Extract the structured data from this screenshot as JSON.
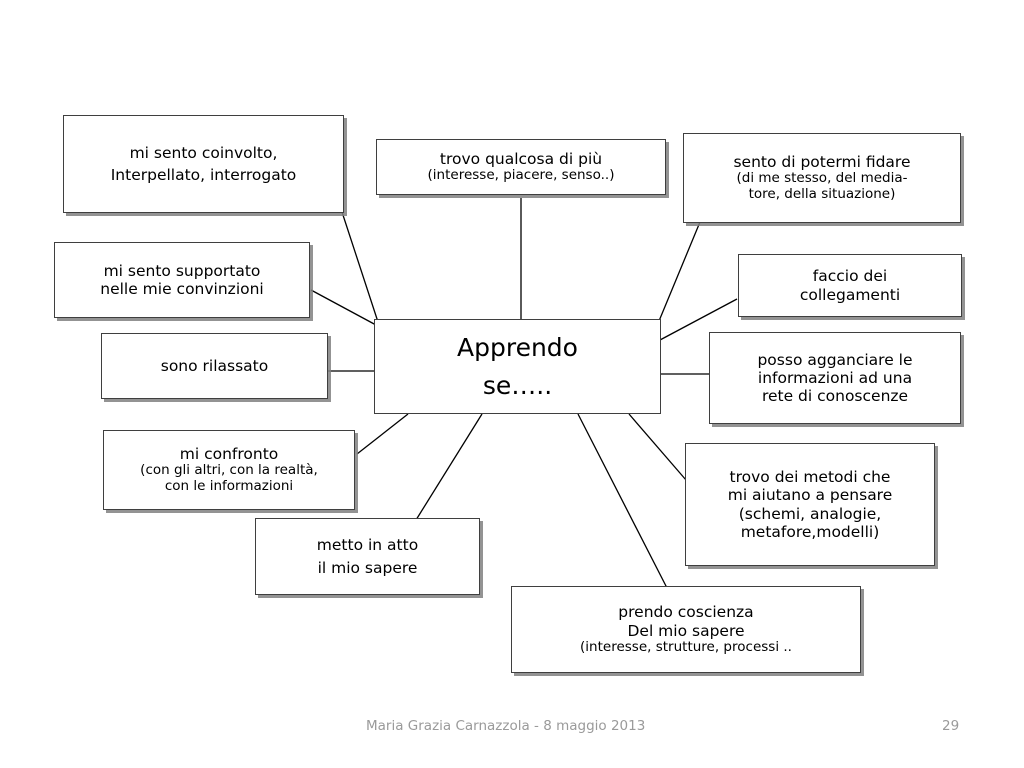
{
  "slide": {
    "background_color": "#ffffff",
    "box_border_color": "#3f3f3f",
    "box_fill_color": "#ffffff",
    "shadow_color": "#808080",
    "connector_color": "#000000",
    "footer_text_color": "#9a9a9a"
  },
  "center": {
    "line1": "Apprendo",
    "line2": "se….."
  },
  "nodes": [
    {
      "id": "mi-sento-coinvolto",
      "line1": "mi sento coinvolto,",
      "line2": "Interpellato, interrogato"
    },
    {
      "id": "trovo-qualcosa-di-piu",
      "line1": "trovo qualcosa di più",
      "line2": "(interesse, piacere, senso..)"
    },
    {
      "id": "sento-di-potermi-fidare",
      "line1": "sento di potermi fidare",
      "line2": "(di me stesso, del media-",
      "line3": "tore, della situazione)"
    },
    {
      "id": "mi-sento-supportato",
      "line1": "mi sento supportato",
      "line2": "nelle mie convinzioni"
    },
    {
      "id": "sono-rilassato",
      "line1": "sono rilassato"
    },
    {
      "id": "faccio-dei-collegamenti",
      "line1": "faccio dei",
      "line2": "collegamenti"
    },
    {
      "id": "posso-agganciare",
      "line1": "posso agganciare le",
      "line2": "informazioni ad una",
      "line3": "rete di conoscenze"
    },
    {
      "id": "mi-confronto",
      "line1": "mi confronto",
      "line2": "(con gli altri, con la realtà,",
      "line3": "con le informazioni"
    },
    {
      "id": "trovo-dei-metodi",
      "line1": "trovo dei metodi che",
      "line2": "mi aiutano a pensare",
      "line3": "(schemi, analogie,",
      "line4": "metafore,modelli)"
    },
    {
      "id": "metto-in-atto",
      "line1": "metto in atto",
      "line2": "il mio sapere"
    },
    {
      "id": "prendo-coscienza",
      "line1": "prendo coscienza",
      "line2": "Del mio sapere",
      "line3": "(interesse, strutture, processi .."
    }
  ],
  "footer": {
    "author_date": "Maria Grazia Carnazzola - 8 maggio 2013",
    "page_number": "29"
  }
}
